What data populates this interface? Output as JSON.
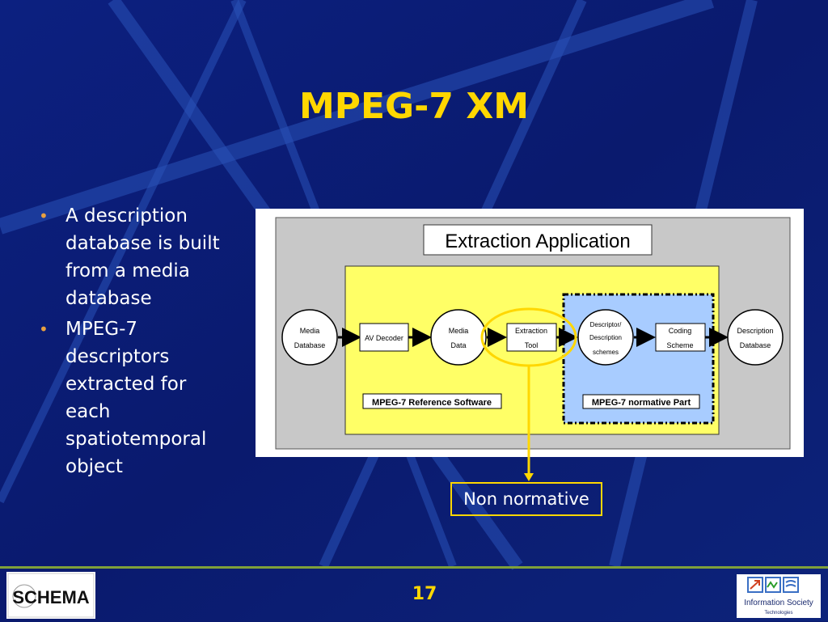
{
  "slide": {
    "title": "MPEG-7 XM",
    "bullets": [
      "A description database is built from a media database",
      "MPEG-7 descriptors extracted for each spatiotemporal object"
    ],
    "callout": "Non normative",
    "page_number": "17"
  },
  "diagram": {
    "heading": "Extraction Application",
    "nodes": {
      "media_database": [
        "Media",
        "Database"
      ],
      "av_decoder": "AV Decoder",
      "media_data": [
        "Media",
        "Data"
      ],
      "extraction_tool": [
        "Extraction",
        "Tool"
      ],
      "descriptor_schemes": [
        "Descriptor/",
        "Description",
        "schemes"
      ],
      "coding_scheme": [
        "Coding",
        "Scheme"
      ],
      "description_database": [
        "Description",
        "Database"
      ]
    },
    "labels": {
      "reference_software": "MPEG-7 Reference Software",
      "normative_part": "MPEG-7 normative Part"
    }
  },
  "logos": {
    "left": "SCHEMA",
    "right": [
      "Information Society",
      "Technologies"
    ]
  },
  "colors": {
    "background": "#0a1a6e",
    "title": "#ffd700",
    "bullet_dot": "#e8a040",
    "highlight": "#ffd700",
    "yellow_box": "#ffff66",
    "blue_box": "#a8ccff",
    "grey_box": "#c8c8c8"
  }
}
